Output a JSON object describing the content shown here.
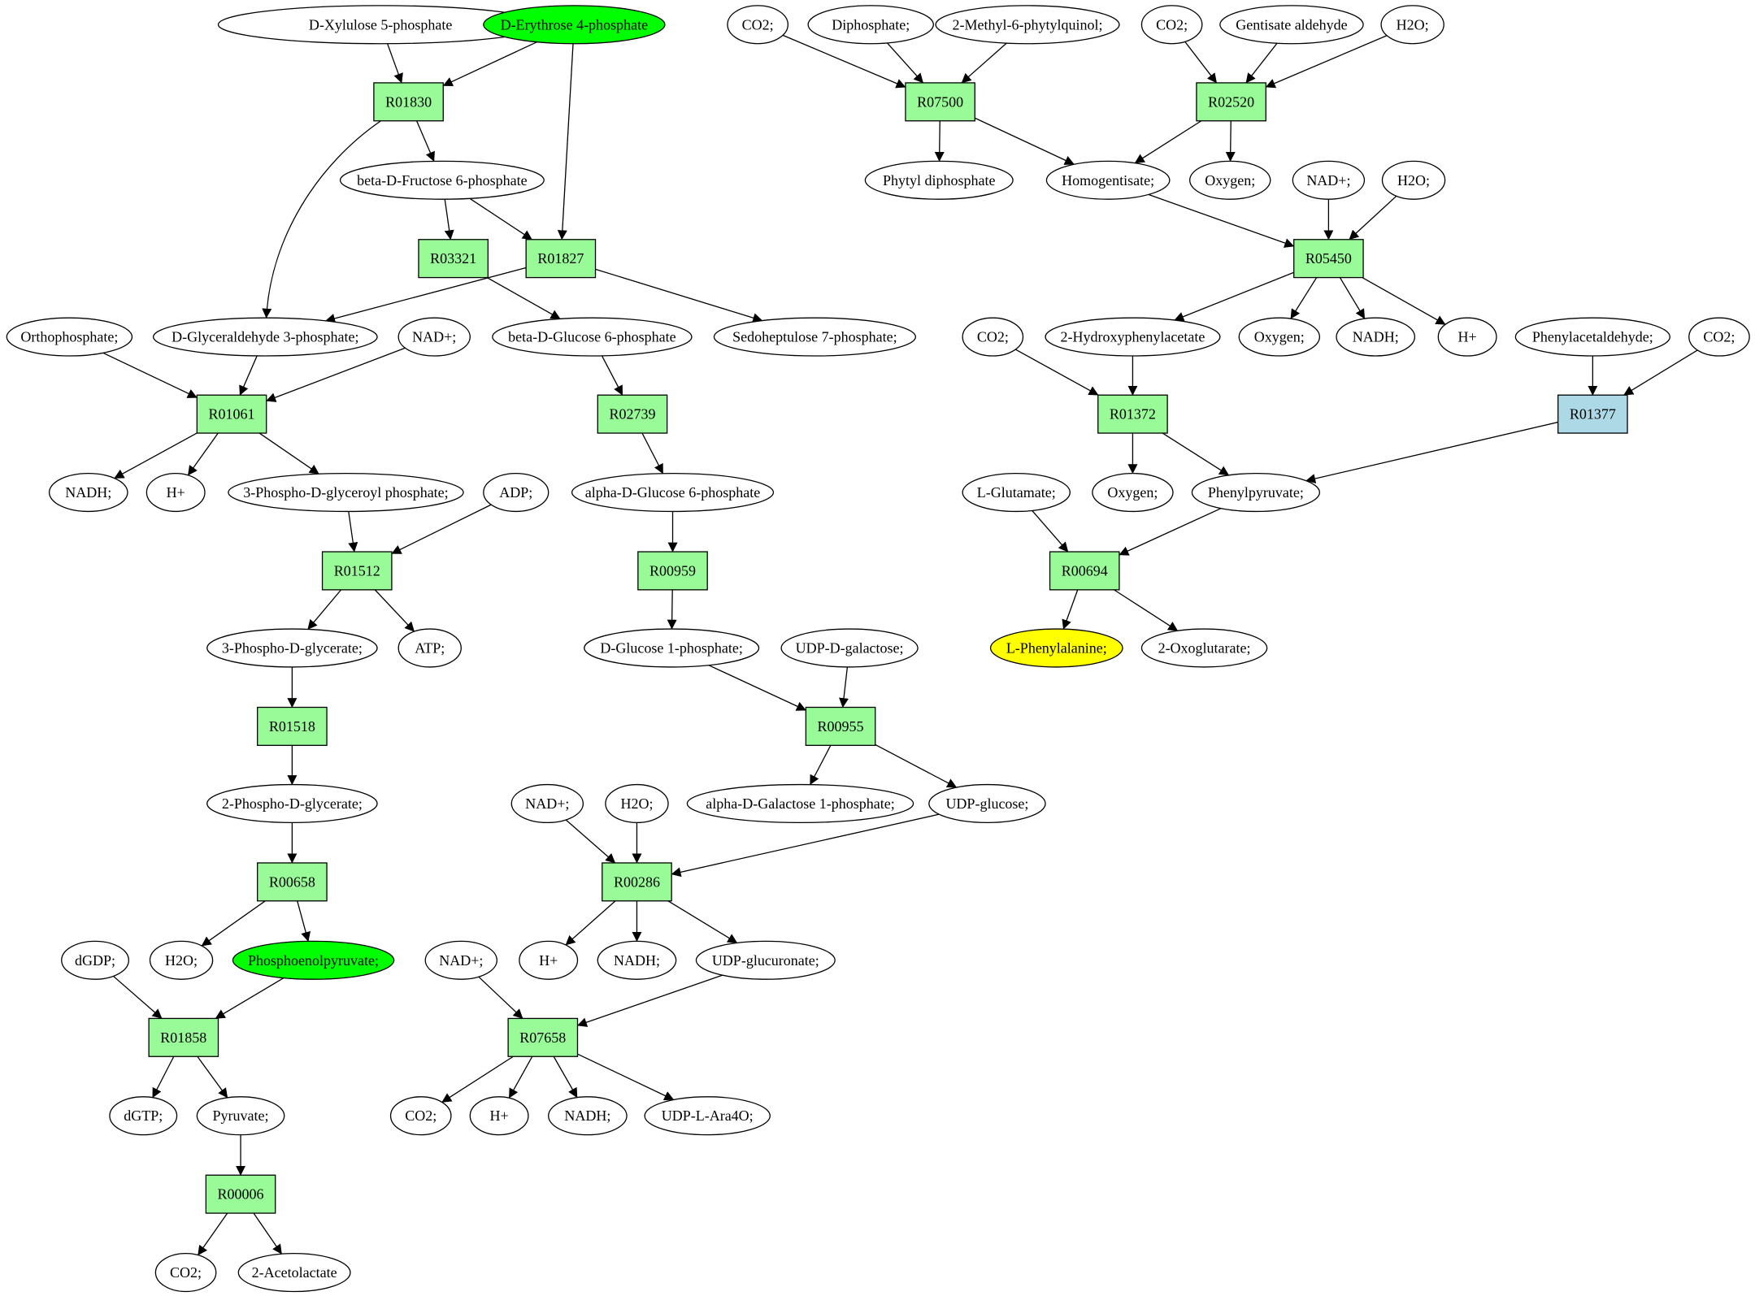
{
  "colors": {
    "reaction_fill": "#98fb98",
    "reaction_alt_fill": "#add8e6",
    "compound_fill": "#ffffff",
    "start_fill": "#00ff00",
    "target_fill": "#ffff00",
    "stroke": "#000000"
  },
  "nodes": {
    "c_xylulose5p": "D-Xylulose 5-phosphate",
    "c_erythrose4p": "D-Erythrose 4-phosphate",
    "r_R01830": "R01830",
    "c_bfructose6p": "beta-D-Fructose 6-phosphate",
    "r_R03321": "R03321",
    "r_R01827": "R01827",
    "c_orthophosphate": "Orthophosphate;",
    "c_gap": "D-Glyceraldehyde 3-phosphate;",
    "c_nad_1": "NAD+;",
    "c_bglucose6p": "beta-D-Glucose 6-phosphate",
    "c_sedoheptulose7p": "Sedoheptulose 7-phosphate;",
    "r_R01061": "R01061",
    "r_R02739": "R02739",
    "c_nadh_1": "NADH;",
    "c_h_1": "H+",
    "c_bpg": "3-Phospho-D-glyceroyl phosphate;",
    "c_adp": "ADP;",
    "c_aglucose6p": "alpha-D-Glucose 6-phosphate",
    "r_R01512": "R01512",
    "r_R00959": "R00959",
    "c_3pg": "3-Phospho-D-glycerate;",
    "c_atp": "ATP;",
    "c_glucose1p": "D-Glucose 1-phosphate;",
    "c_udpgal": "UDP-D-galactose;",
    "r_R01518": "R01518",
    "r_R00955": "R00955",
    "c_2pg": "2-Phospho-D-glycerate;",
    "c_agal1p": "alpha-D-Galactose 1-phosphate;",
    "c_udpglc": "UDP-glucose;",
    "c_nad_2": "NAD+;",
    "c_h2o_2": "H2O;",
    "r_R00658": "R00658",
    "r_R00286": "R00286",
    "c_dgdp": "dGDP;",
    "c_h2o_3": "H2O;",
    "c_pep": "Phosphoenolpyruvate;",
    "c_h_2": "H+",
    "c_nadh_2": "NADH;",
    "c_udpglcua": "UDP-glucuronate;",
    "c_nad_3": "NAD+;",
    "r_R01858": "R01858",
    "r_R07658": "R07658",
    "c_dgtp": "dGTP;",
    "c_pyruvate": "Pyruvate;",
    "c_co2_3": "CO2;",
    "c_h_3": "H+",
    "c_nadh_3": "NADH;",
    "c_udpara": "UDP-L-Ara4O;",
    "r_R00006": "R00006",
    "c_co2_4": "CO2;",
    "c_acetolactate": "2-Acetolactate",
    "c_co2_1": "CO2;",
    "c_diphosphate": "Diphosphate;",
    "c_mpq": "2-Methyl-6-phytylquinol;",
    "c_co2_2": "CO2;",
    "c_gentisate": "Gentisate aldehyde",
    "c_h2o_1": "H2O;",
    "r_R07500": "R07500",
    "r_R02520": "R02520",
    "c_phytylpp": "Phytyl diphosphate",
    "c_homogentisate": "Homogentisate;",
    "c_oxygen_1": "Oxygen;",
    "c_nad_4": "NAD+;",
    "c_h2o_4": "H2O;",
    "r_R05450": "R05450",
    "c_co2_5": "CO2;",
    "c_hpa": "2-Hydroxyphenylacetate",
    "c_oxygen_2": "Oxygen;",
    "c_nadh_4": "NADH;",
    "c_h_4": "H+",
    "c_phenylacetaldehyde": "Phenylacetaldehyde;",
    "c_co2_6": "CO2;",
    "r_R01372": "R01372",
    "r_R01377": "R01377",
    "c_glutamate": "L-Glutamate;",
    "c_oxygen_3": "Oxygen;",
    "c_phenylpyruvate": "Phenylpyruvate;",
    "r_R00694": "R00694",
    "c_phenylalanine": "L-Phenylalanine;",
    "c_oxoglutarate": "2-Oxoglutarate;"
  }
}
